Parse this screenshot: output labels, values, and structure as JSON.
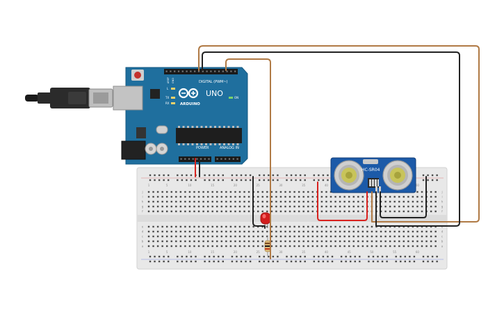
{
  "arduino": {
    "model": "UNO",
    "brand": "ARDUINO",
    "digital_label": "DIGITAL (PWM~)",
    "power_label": "POWER",
    "analog_label": "ANALOG IN",
    "on_label": "ON",
    "l_label": "L",
    "tx_label": "TX",
    "rx_label": "RX",
    "aref_label": "AREF",
    "gnd_label": "GND",
    "board_color": "#1f6f9e"
  },
  "sensor": {
    "label": "HC-SR04",
    "board_color": "#1c5aa8"
  },
  "breadboard": {
    "col_numbers": [
      "1",
      "5",
      "10",
      "15",
      "20",
      "25",
      "30",
      "35",
      "40",
      "45",
      "50",
      "55",
      "60"
    ],
    "row_letters": [
      "a",
      "b",
      "c",
      "d",
      "e",
      "f",
      "g",
      "h",
      "i",
      "j"
    ]
  },
  "colors": {
    "wire_brown": "#b07a45",
    "wire_black": "#222222",
    "wire_red": "#d9211e",
    "led_red": "#d21e1e"
  },
  "icons": {
    "usb": "usb-cable-icon",
    "logo": "arduino-infinity-icon"
  }
}
